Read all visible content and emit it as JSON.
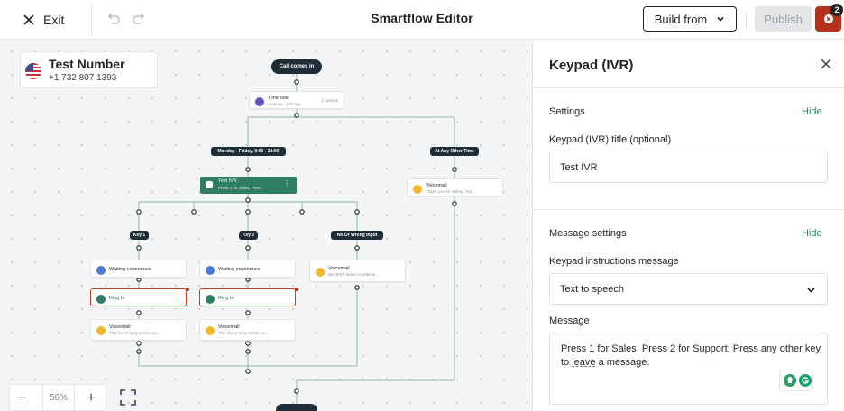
{
  "topbar": {
    "exit_label": "Exit",
    "title": "Smartflow Editor",
    "build_from_label": "Build from",
    "publish_label": "Publish",
    "error_count": "2"
  },
  "canvas": {
    "number_card": {
      "title": "Test Number",
      "phone": "+1 732 807 1393",
      "flag": "us-flag-icon"
    },
    "nodes": {
      "call_comes_in": "Call comes in",
      "time_rule": {
        "title": "Time rule",
        "sub": "America - Chicago",
        "options": "2 options"
      },
      "monday_friday": "Monday - Friday, 9:00 - 18:00",
      "any_other_time": "At Any Other Time",
      "test_ivr": {
        "title": "Test IVR",
        "sub": "Press 1 for Sales; Pres..."
      },
      "voicemail_top": {
        "title": "Voicemail",
        "sub": "Thank you for calling. Our..."
      },
      "key1": "Key 1",
      "key2": "Key 2",
      "no_or_wrong": "No Or Wrong Input",
      "waiting1": "Waiting experience",
      "waiting2": "Waiting experience",
      "ring1": "Ring to",
      "ring2": "Ring to",
      "vm1": {
        "title": "Voicemail",
        "sub": "This line is busy at this mo..."
      },
      "vm2": {
        "title": "Voicemail",
        "sub": "This line is busy at this mo..."
      },
      "vm3": {
        "title": "Voicemail",
        "sub": "We didn't detect a selectio..."
      }
    },
    "zoom": {
      "minus": "−",
      "value": "56%",
      "plus": "+"
    }
  },
  "panel": {
    "title": "Keypad (IVR)",
    "settings_section": "Settings",
    "hide1": "Hide",
    "title_label": "Keypad (IVR) title (optional)",
    "title_value": "Test IVR",
    "message_settings_section": "Message settings",
    "hide2": "Hide",
    "instructions_label": "Keypad instructions message",
    "instructions_value": "Text to speech",
    "message_label": "Message",
    "message_text_a": "Press 1 for Sales; Press 2 for Support; Press any other key to ",
    "message_text_u": "leave",
    "message_text_b": " a message."
  },
  "colors": {
    "accent": "#2f7d62",
    "error": "#b2321c",
    "dark": "#1f2d36"
  }
}
